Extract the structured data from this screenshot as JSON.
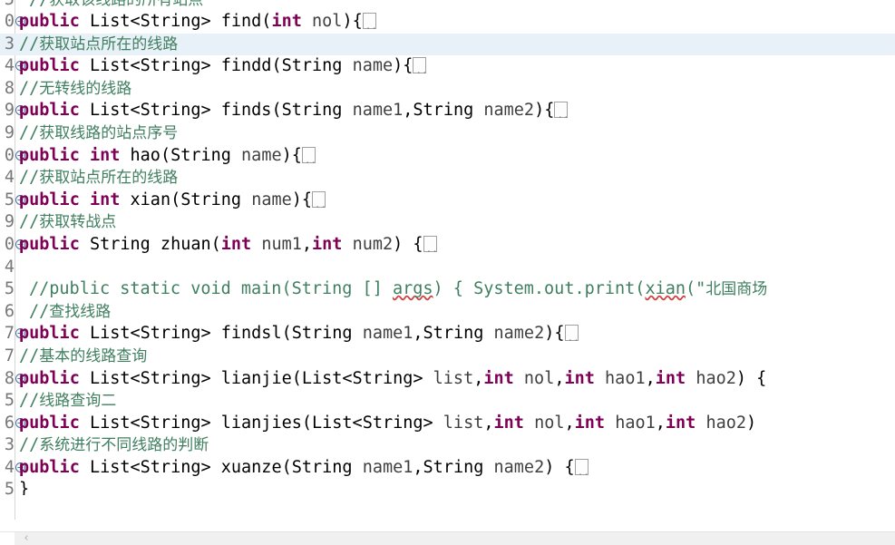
{
  "editor": {
    "app": "eclipse-java-editor",
    "language": "java",
    "colors": {
      "background": "#ffffff",
      "keyword": "#7f0055",
      "comment": "#3f7f5f",
      "string": "#2a00ff",
      "identifier": "#3f3f3f",
      "line_number": "#787878",
      "current_line_highlight": "#e8f0f8",
      "fold_marker": "#4a6fa5",
      "problem_underline": "#d04040",
      "scrollbar_track": "#f0f0f0"
    },
    "scrollbar": {
      "left_arrow": "‹"
    },
    "fold_marker_glyph": "⊕",
    "folded_placeholder": ".."
  },
  "lines": [
    {
      "number": "5",
      "folded": false,
      "highlight": false,
      "clipped_top": true,
      "indent": 1,
      "tokens": [
        {
          "t": "comment",
          "v": "//"
        },
        {
          "t": "comment-cjk",
          "v": "获取该线路的所有站点"
        }
      ]
    },
    {
      "number": "0",
      "folded": true,
      "highlight": false,
      "indent": 0,
      "tokens": [
        {
          "t": "kw",
          "v": "public"
        },
        {
          "t": "plain",
          "v": " List<String> find("
        },
        {
          "t": "kw",
          "v": "int"
        },
        {
          "t": "plain",
          "v": " "
        },
        {
          "t": "ident",
          "v": "nol"
        },
        {
          "t": "plain",
          "v": "){"
        },
        {
          "t": "foldbox",
          "v": ".."
        }
      ]
    },
    {
      "number": "3",
      "folded": false,
      "highlight": true,
      "indent": 0,
      "tokens": [
        {
          "t": "comment",
          "v": "//"
        },
        {
          "t": "comment-cjk",
          "v": "获取站点所在的线路"
        }
      ]
    },
    {
      "number": "4",
      "folded": true,
      "highlight": false,
      "indent": 0,
      "tokens": [
        {
          "t": "kw",
          "v": "public"
        },
        {
          "t": "plain",
          "v": " List<String> findd(String "
        },
        {
          "t": "ident",
          "v": "name"
        },
        {
          "t": "plain",
          "v": "){"
        },
        {
          "t": "foldbox",
          "v": ".."
        }
      ]
    },
    {
      "number": "8",
      "folded": false,
      "highlight": false,
      "indent": 0,
      "tokens": [
        {
          "t": "comment",
          "v": "//"
        },
        {
          "t": "comment-cjk",
          "v": "无转线的线路"
        }
      ]
    },
    {
      "number": "9",
      "folded": true,
      "highlight": false,
      "indent": 0,
      "tokens": [
        {
          "t": "kw",
          "v": "public"
        },
        {
          "t": "plain",
          "v": " List<String> finds(String "
        },
        {
          "t": "ident",
          "v": "name1"
        },
        {
          "t": "plain",
          "v": ",String "
        },
        {
          "t": "ident",
          "v": "name2"
        },
        {
          "t": "plain",
          "v": "){"
        },
        {
          "t": "foldbox",
          "v": ".."
        }
      ]
    },
    {
      "number": "9",
      "folded": false,
      "highlight": false,
      "indent": 0,
      "tokens": [
        {
          "t": "comment",
          "v": "//"
        },
        {
          "t": "comment-cjk",
          "v": "获取线路的站点序号"
        }
      ]
    },
    {
      "number": "0",
      "folded": true,
      "highlight": false,
      "indent": 0,
      "tokens": [
        {
          "t": "kw",
          "v": "public"
        },
        {
          "t": "plain",
          "v": " "
        },
        {
          "t": "kw",
          "v": "int"
        },
        {
          "t": "plain",
          "v": " hao(String "
        },
        {
          "t": "ident",
          "v": "name"
        },
        {
          "t": "plain",
          "v": "){"
        },
        {
          "t": "foldbox",
          "v": ".."
        }
      ]
    },
    {
      "number": "4",
      "folded": false,
      "highlight": false,
      "indent": 0,
      "tokens": [
        {
          "t": "comment",
          "v": "//"
        },
        {
          "t": "comment-cjk",
          "v": "获取站点所在的线路"
        }
      ]
    },
    {
      "number": "5",
      "folded": true,
      "highlight": false,
      "indent": 0,
      "tokens": [
        {
          "t": "kw",
          "v": "public"
        },
        {
          "t": "plain",
          "v": " "
        },
        {
          "t": "kw",
          "v": "int"
        },
        {
          "t": "plain",
          "v": " xian(String "
        },
        {
          "t": "ident",
          "v": "name"
        },
        {
          "t": "plain",
          "v": "){"
        },
        {
          "t": "foldbox",
          "v": ".."
        }
      ]
    },
    {
      "number": "9",
      "folded": false,
      "highlight": false,
      "indent": 0,
      "tokens": [
        {
          "t": "comment",
          "v": "//"
        },
        {
          "t": "comment-cjk",
          "v": "获取转战点"
        }
      ]
    },
    {
      "number": "0",
      "folded": true,
      "highlight": false,
      "indent": 0,
      "tokens": [
        {
          "t": "kw",
          "v": "public"
        },
        {
          "t": "plain",
          "v": " String zhuan("
        },
        {
          "t": "kw",
          "v": "int"
        },
        {
          "t": "plain",
          "v": " "
        },
        {
          "t": "ident",
          "v": "num1"
        },
        {
          "t": "plain",
          "v": ","
        },
        {
          "t": "kw",
          "v": "int"
        },
        {
          "t": "plain",
          "v": " "
        },
        {
          "t": "ident",
          "v": "num2"
        },
        {
          "t": "plain",
          "v": ") {"
        },
        {
          "t": "foldbox",
          "v": ".."
        }
      ]
    },
    {
      "number": "4",
      "folded": false,
      "highlight": false,
      "indent": 0,
      "tokens": []
    },
    {
      "number": "5",
      "folded": false,
      "highlight": false,
      "indent": 1,
      "tokens": [
        {
          "t": "comment",
          "v": "//public static void main(String [] "
        },
        {
          "t": "comment-squiggle",
          "v": "args"
        },
        {
          "t": "comment",
          "v": ") { System.out.print("
        },
        {
          "t": "comment-squiggle",
          "v": "xian"
        },
        {
          "t": "comment",
          "v": "(\""
        },
        {
          "t": "comment-cjk",
          "v": "北国商场"
        }
      ]
    },
    {
      "number": "6",
      "folded": false,
      "highlight": false,
      "indent": 1,
      "tokens": [
        {
          "t": "comment",
          "v": "//"
        },
        {
          "t": "comment-cjk",
          "v": "查找线路"
        }
      ]
    },
    {
      "number": "7",
      "folded": true,
      "highlight": false,
      "indent": 0,
      "tokens": [
        {
          "t": "kw",
          "v": "public"
        },
        {
          "t": "plain",
          "v": " List<String> findsl(String "
        },
        {
          "t": "ident",
          "v": "name1"
        },
        {
          "t": "plain",
          "v": ",String "
        },
        {
          "t": "ident",
          "v": "name2"
        },
        {
          "t": "plain",
          "v": "){"
        },
        {
          "t": "foldbox",
          "v": ".."
        }
      ]
    },
    {
      "number": "7",
      "folded": false,
      "highlight": false,
      "indent": 0,
      "tokens": [
        {
          "t": "comment",
          "v": "//"
        },
        {
          "t": "comment-cjk",
          "v": "基本的线路查询"
        }
      ]
    },
    {
      "number": "8",
      "folded": true,
      "highlight": false,
      "indent": 0,
      "tokens": [
        {
          "t": "kw",
          "v": "public"
        },
        {
          "t": "plain",
          "v": " List<String> lianjie(List<String> "
        },
        {
          "t": "ident",
          "v": "list"
        },
        {
          "t": "plain",
          "v": ","
        },
        {
          "t": "kw",
          "v": "int"
        },
        {
          "t": "plain",
          "v": " "
        },
        {
          "t": "ident",
          "v": "nol"
        },
        {
          "t": "plain",
          "v": ","
        },
        {
          "t": "kw",
          "v": "int"
        },
        {
          "t": "plain",
          "v": " "
        },
        {
          "t": "ident",
          "v": "hao1"
        },
        {
          "t": "plain",
          "v": ","
        },
        {
          "t": "kw",
          "v": "int"
        },
        {
          "t": "plain",
          "v": " "
        },
        {
          "t": "ident",
          "v": "hao2"
        },
        {
          "t": "plain",
          "v": ") {"
        }
      ]
    },
    {
      "number": "5",
      "folded": false,
      "highlight": false,
      "indent": 0,
      "tokens": [
        {
          "t": "comment",
          "v": "//"
        },
        {
          "t": "comment-cjk",
          "v": "线路查询二"
        }
      ]
    },
    {
      "number": "6",
      "folded": true,
      "highlight": false,
      "indent": 0,
      "tokens": [
        {
          "t": "kw",
          "v": "public"
        },
        {
          "t": "plain",
          "v": " List<String> lianjies(List<String> "
        },
        {
          "t": "ident",
          "v": "list"
        },
        {
          "t": "plain",
          "v": ","
        },
        {
          "t": "kw",
          "v": "int"
        },
        {
          "t": "plain",
          "v": " "
        },
        {
          "t": "ident",
          "v": "nol"
        },
        {
          "t": "plain",
          "v": ","
        },
        {
          "t": "kw",
          "v": "int"
        },
        {
          "t": "plain",
          "v": " "
        },
        {
          "t": "ident",
          "v": "hao1"
        },
        {
          "t": "plain",
          "v": ","
        },
        {
          "t": "kw",
          "v": "int"
        },
        {
          "t": "plain",
          "v": " "
        },
        {
          "t": "ident",
          "v": "hao2"
        },
        {
          "t": "plain",
          "v": ")"
        }
      ]
    },
    {
      "number": "3",
      "folded": false,
      "highlight": false,
      "indent": 0,
      "tokens": [
        {
          "t": "comment",
          "v": "//"
        },
        {
          "t": "comment-cjk",
          "v": "系统进行不同线路的判断"
        }
      ]
    },
    {
      "number": "4",
      "folded": true,
      "highlight": false,
      "indent": 0,
      "tokens": [
        {
          "t": "kw",
          "v": "public"
        },
        {
          "t": "plain",
          "v": " List<String> xuanze(String "
        },
        {
          "t": "ident",
          "v": "name1"
        },
        {
          "t": "plain",
          "v": ",String "
        },
        {
          "t": "ident",
          "v": "name2"
        },
        {
          "t": "plain",
          "v": ") {"
        },
        {
          "t": "foldbox",
          "v": ".."
        }
      ]
    },
    {
      "number": "5",
      "folded": false,
      "highlight": false,
      "clipped_bottom": true,
      "indent": 0,
      "tokens": [
        {
          "t": "plain",
          "v": "}"
        }
      ]
    }
  ]
}
